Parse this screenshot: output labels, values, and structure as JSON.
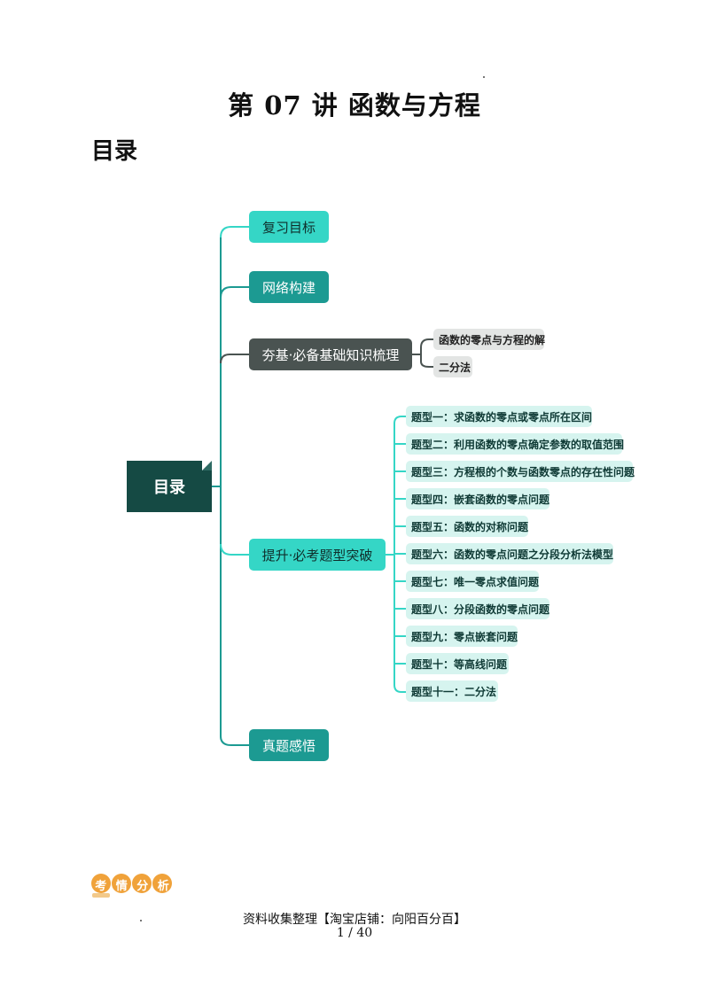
{
  "doc": {
    "title": "第 07 讲  函数与方程",
    "toc_heading": "目录"
  },
  "mindmap": {
    "root": "目录",
    "branches": [
      {
        "label": "复习目标"
      },
      {
        "label": "网络构建"
      },
      {
        "label": "夯基·必备基础知识梳理",
        "children": [
          "函数的零点与方程的解",
          "二分法"
        ]
      },
      {
        "label": "提升·必考题型突破",
        "children": [
          "题型一：求函数的零点或零点所在区间",
          "题型二：利用函数的零点确定参数的取值范围",
          "题型三：方程根的个数与函数零点的存在性问题",
          "题型四：嵌套函数的零点问题",
          "题型五：函数的对称问题",
          "题型六：函数的零点问题之分段分析法模型",
          "题型七：唯一零点求值问题",
          "题型八：分段函数的零点问题",
          "题型九：零点嵌套问题",
          "题型十：等高线问题",
          "题型十一：二分法"
        ]
      },
      {
        "label": "真题感悟"
      }
    ]
  },
  "badge": {
    "chars": [
      "考",
      "情",
      "分",
      "析"
    ]
  },
  "footer": {
    "source_line": "资料收集整理【淘宝店铺：向阳百分百】",
    "page_indicator": "1  /  40"
  },
  "colors": {
    "root": "#154a44",
    "teal": "#35d6c6",
    "dark_teal": "#1c9a92",
    "gray": "#4a5351",
    "leaf_mint": "#d6f4ef",
    "leaf_gray": "#e3e5e4",
    "badge": "#f0a23a"
  }
}
